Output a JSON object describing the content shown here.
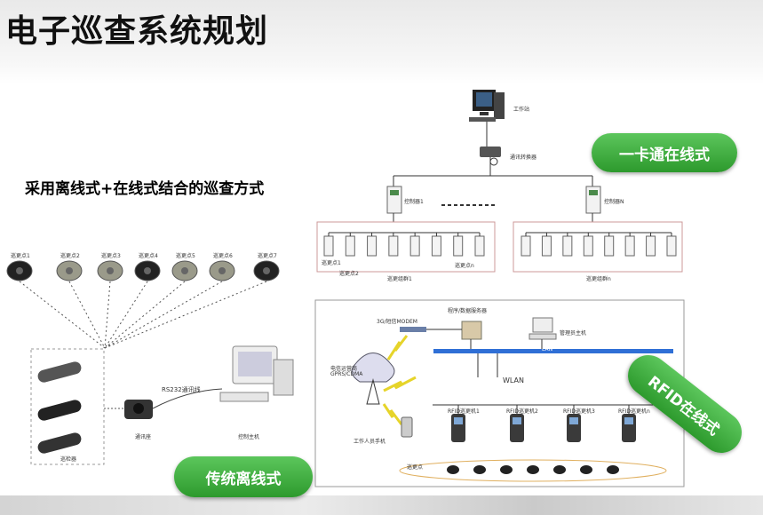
{
  "title": "电子巡查系统规划",
  "subtitle": "采用离线式+在线式结合的巡查方式",
  "badges": {
    "online_card": "一卡通在线式",
    "rfid_online": "RFID在线式",
    "offline": "传统离线式"
  },
  "online_diagram": {
    "workstation": "工作站",
    "switch": "通讯转换器",
    "controller1": "控制器1",
    "controllerN": "控制器N",
    "patrol_points": [
      "巡更点1",
      "巡更点2",
      "巡更点n"
    ],
    "group1": "巡更组群1",
    "groupN": "巡更组群n"
  },
  "offline_diagram": {
    "points": [
      "巡更点1",
      "巡更点2",
      "巡更点3",
      "巡更点4",
      "巡更点5",
      "巡更点6",
      "巡更点7"
    ],
    "rs232": "RS232通讯线",
    "comm_seat": "通讯座",
    "host": "控制主机",
    "devices": "巡检器"
  },
  "rfid_diagram": {
    "modem": "3G/短信MODEM",
    "server": "程序/数据服务器",
    "admin": "管理员主机",
    "lan": "LAN",
    "carrier": "电信运营商",
    "gprs": "GPRS/CDMA",
    "wlan": "WLAN",
    "staff_phone": "工作人员手机",
    "readers": [
      "RFID巡更机1",
      "RFID巡更机2",
      "RFID巡更机3",
      "RFID巡更机n"
    ],
    "points": "巡更点"
  }
}
